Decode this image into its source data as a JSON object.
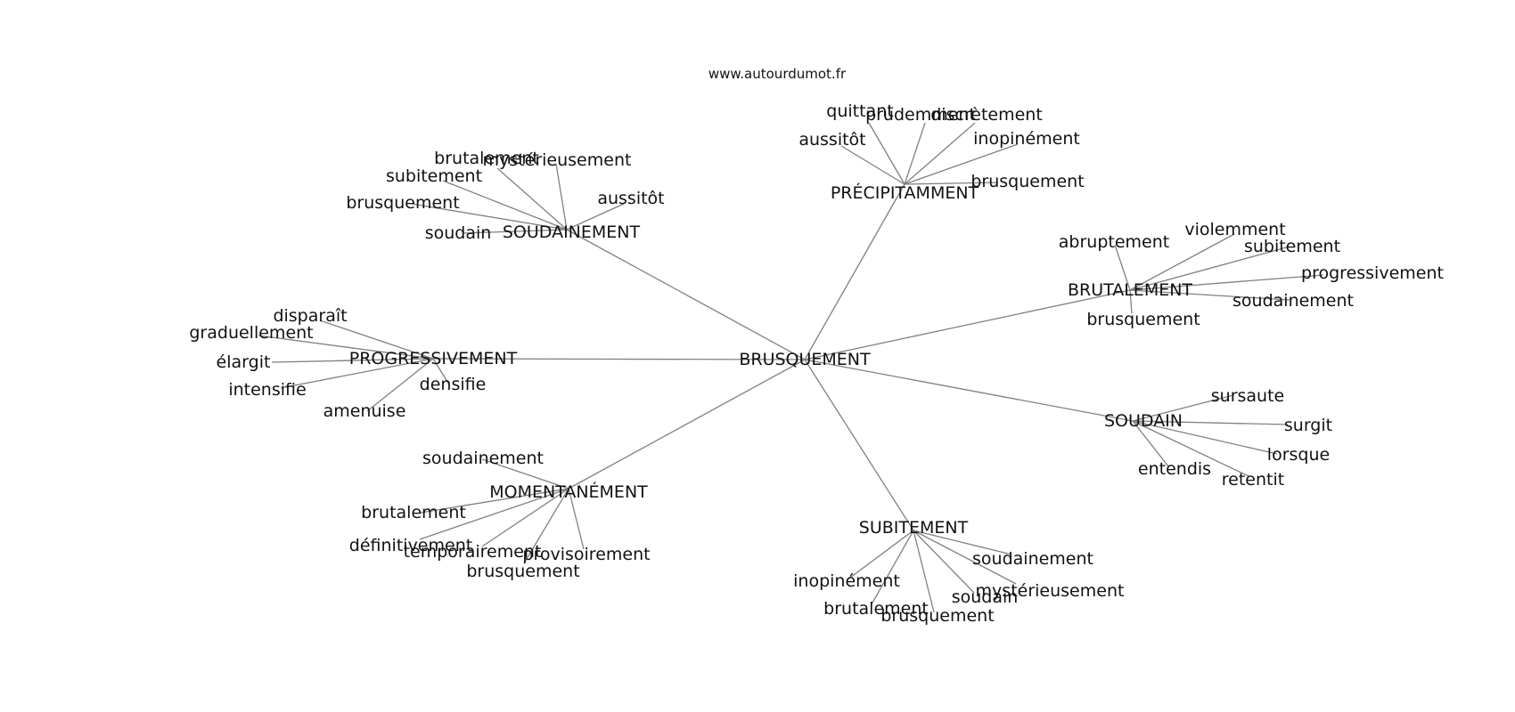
{
  "source": "www.autourdumot.fr",
  "center": {
    "word": "BRUSQUEMENT"
  },
  "clusters": [
    {
      "word": "PRÉCIPITAMMENT",
      "leaves": [
        "quittant",
        "prudemment",
        "discrètement",
        "aussitôt",
        "inopinément",
        "brusquement"
      ]
    },
    {
      "word": "SOUDAINEMENT",
      "leaves": [
        "brutalement",
        "mystérieusement",
        "subitement",
        "aussitôt",
        "brusquement",
        "soudain"
      ]
    },
    {
      "word": "BRUTALEMENT",
      "leaves": [
        "abruptement",
        "violemment",
        "subitement",
        "progressivement",
        "soudainement",
        "brusquement"
      ]
    },
    {
      "word": "PROGRESSIVEMENT",
      "leaves": [
        "disparaît",
        "graduellement",
        "élargit",
        "intensifie",
        "amenuise",
        "densifie"
      ]
    },
    {
      "word": "SOUDAIN",
      "leaves": [
        "sursaute",
        "surgit",
        "lorsque",
        "entendis",
        "retentit"
      ]
    },
    {
      "word": "MOMENTANÉMENT",
      "leaves": [
        "soudainement",
        "brutalement",
        "définitivement",
        "temporairement",
        "provisoirement",
        "brusquement"
      ]
    },
    {
      "word": "SUBITEMENT",
      "leaves": [
        "soudainement",
        "inopinément",
        "mystérieusement",
        "soudain",
        "brutalement",
        "brusquement"
      ]
    }
  ]
}
